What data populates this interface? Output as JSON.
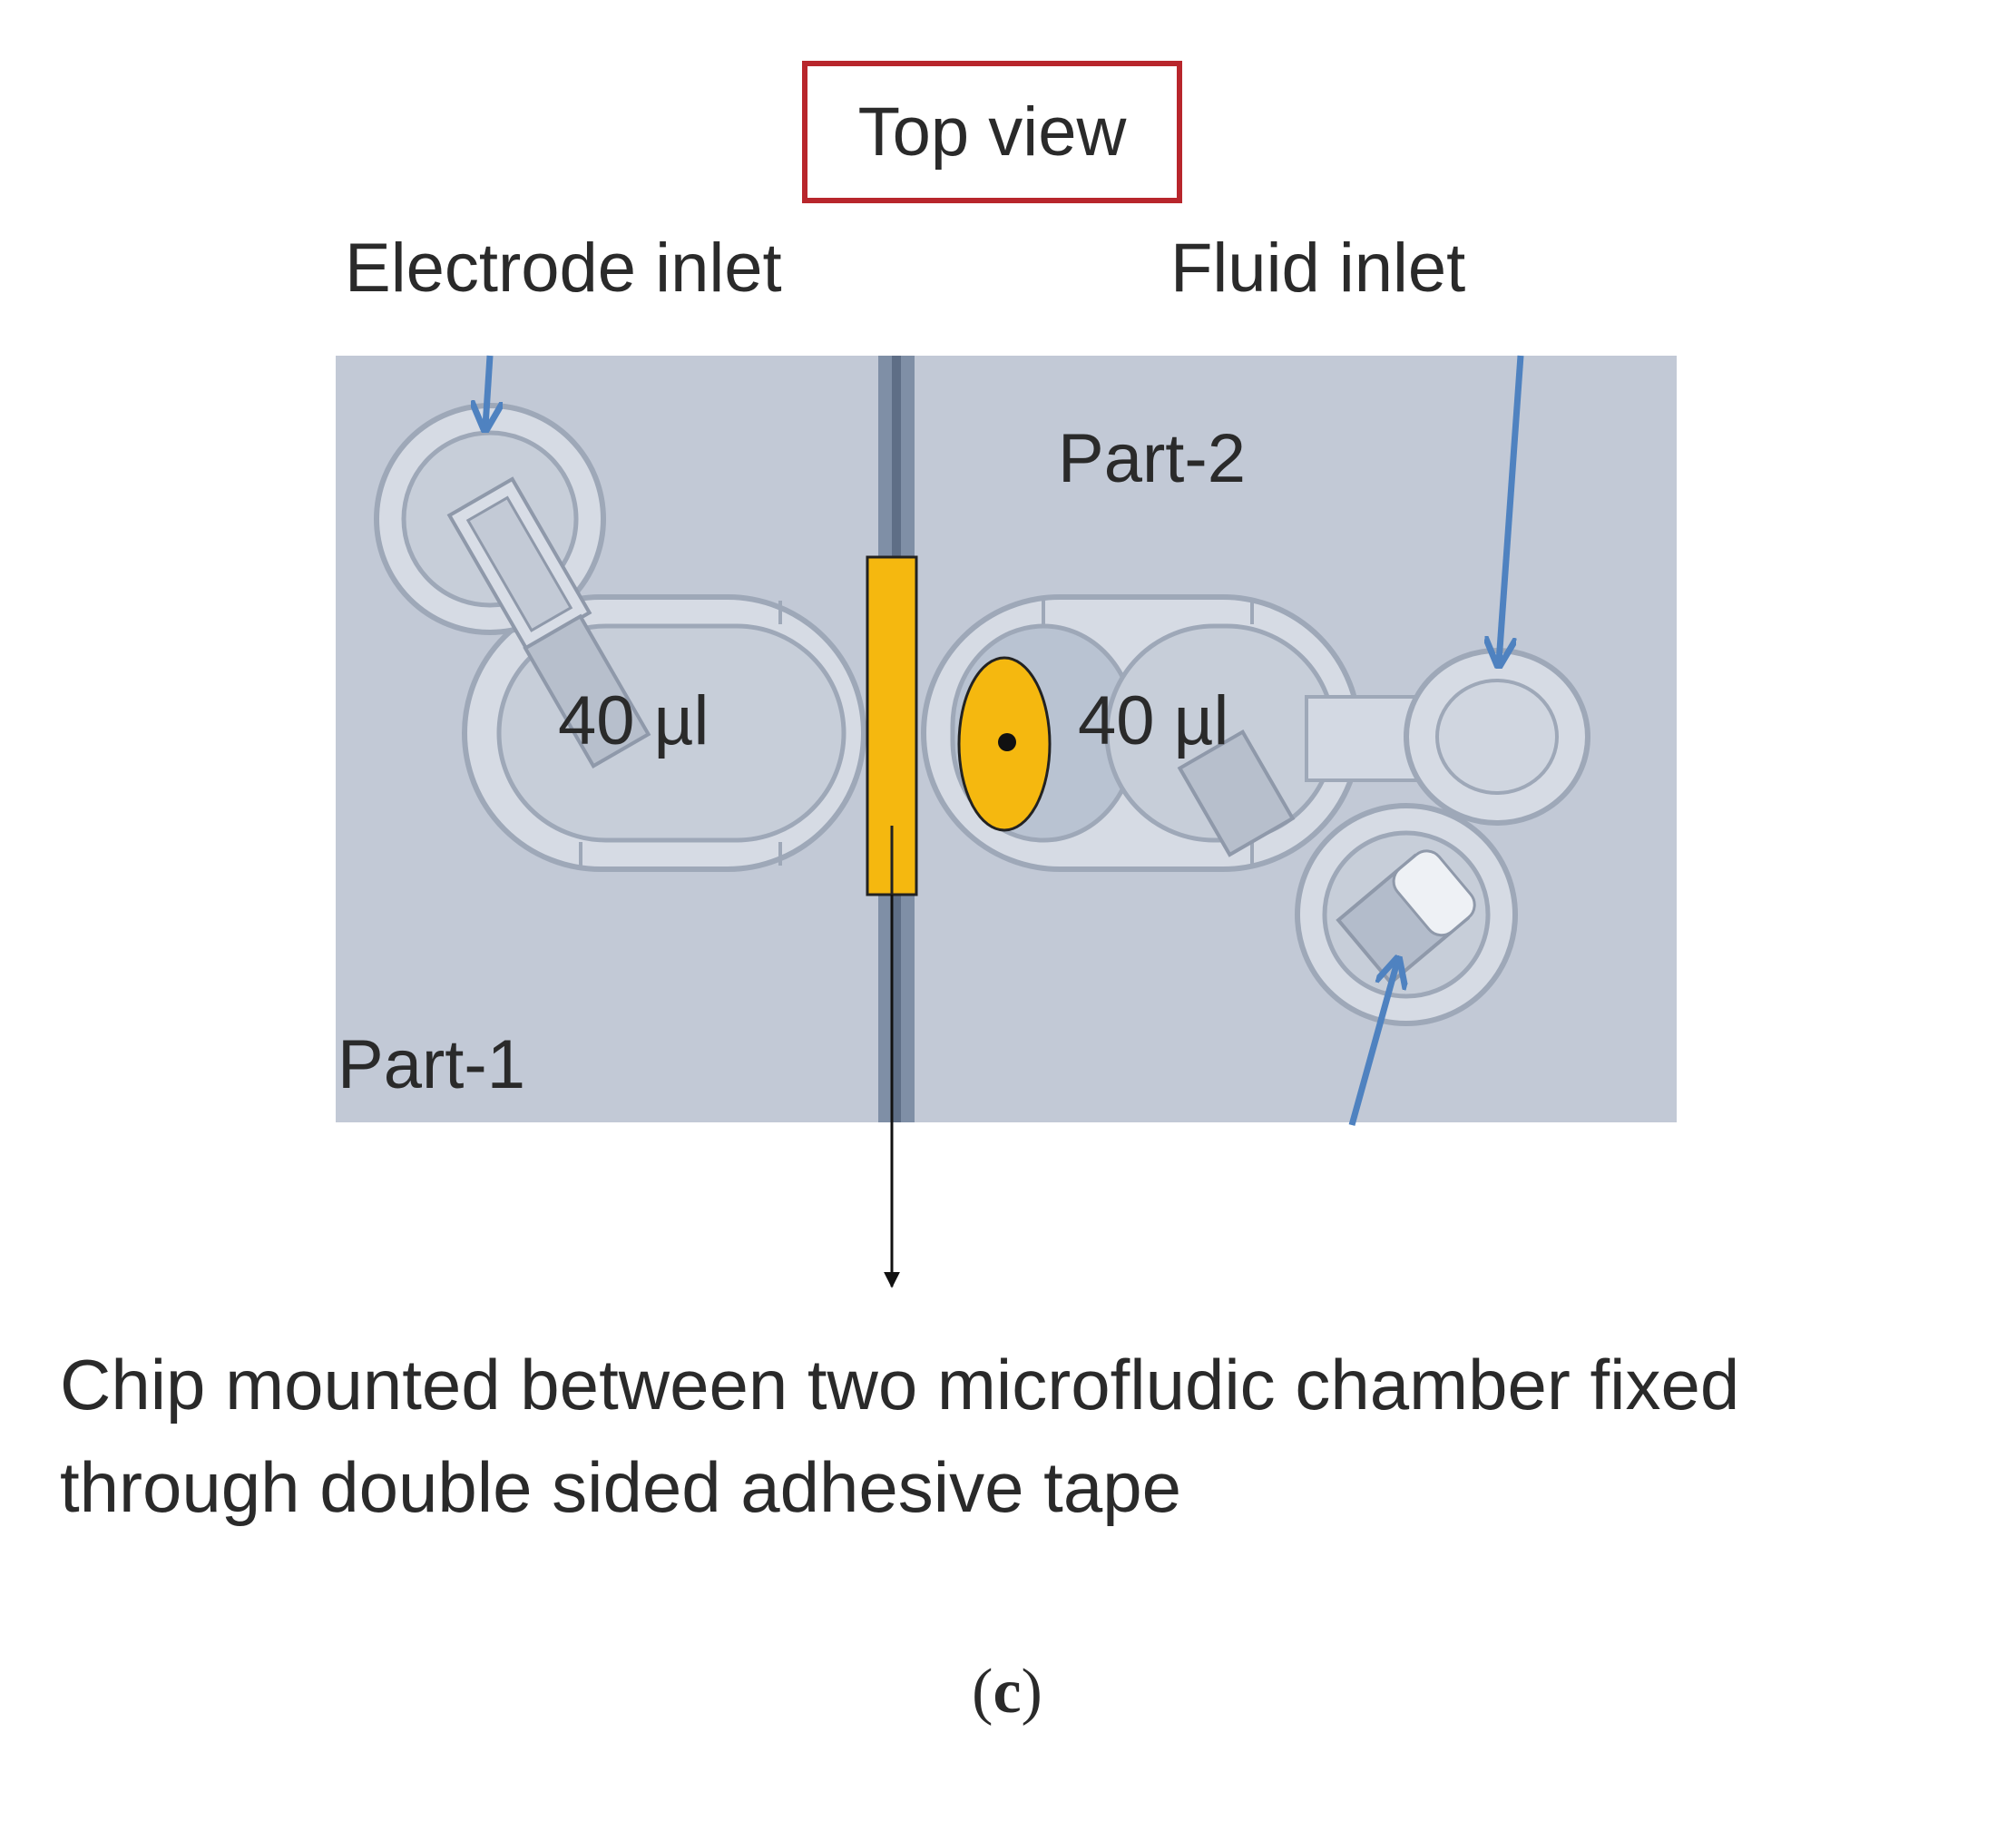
{
  "title": "Top view",
  "inlets": {
    "electrode": "Electrode inlet",
    "fluid": "Fluid inlet"
  },
  "parts": {
    "part1": "Part-1",
    "part2": "Part-2"
  },
  "chambers": {
    "left_volume": "40 µl",
    "right_volume": "40 µl"
  },
  "caption": "Chip mounted between two microfludic chamber fixed through double sided adhesive tape",
  "panel_label": "c",
  "colors": {
    "title_border": "#b8262c",
    "background_block": "#c2c9d6",
    "chip_yellow": "#f5b80f",
    "arrow_blue": "#4f82c0"
  }
}
